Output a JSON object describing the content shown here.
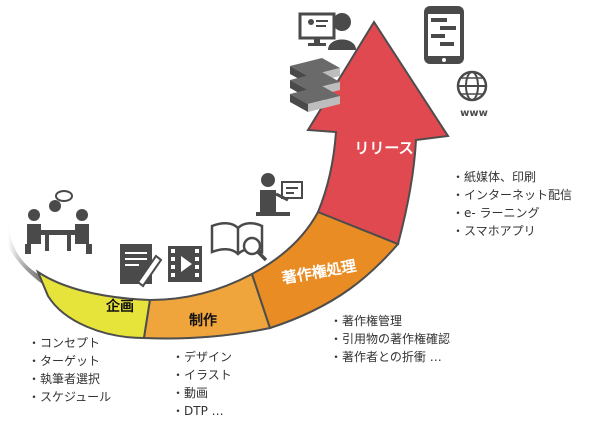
{
  "stages": [
    {
      "label": "企画",
      "color": "#e6e43a"
    },
    {
      "label": "制作",
      "color": "#f0a43c"
    },
    {
      "label": "著作権処理",
      "color": "#ea8c24"
    },
    {
      "label": "リリース",
      "color": "#e0494f"
    }
  ],
  "lists": {
    "planning": [
      "コンセプト",
      "ターゲット",
      "執筆者選択",
      "スケジュール"
    ],
    "production": [
      "デザイン",
      "イラスト",
      "動画",
      "DTP …"
    ],
    "copyright": [
      "著作権管理",
      "引用物の著作権確認",
      "著作者との折衝 …"
    ],
    "release": [
      "紙媒体、印刷",
      "インターネット配信",
      "e- ラーニング",
      "スマホアプリ"
    ]
  },
  "icons": {
    "www_text": "www"
  }
}
